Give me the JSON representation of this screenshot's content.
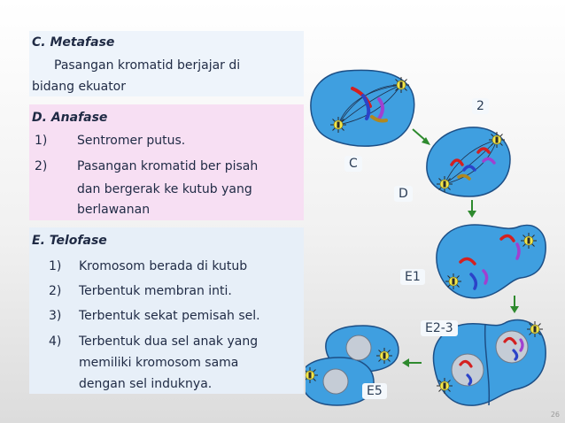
{
  "sections": {
    "c": {
      "title": "C.  Metafase",
      "line1": "Pasangan kromatid berjajar di",
      "line2": "bidang ekuator"
    },
    "d": {
      "title": "D. Anafase",
      "items": [
        {
          "num": "1)",
          "text": "Sentromer putus."
        },
        {
          "num": "2)",
          "text": "Pasangan kromatid ber pisah",
          "cont1": "dan bergerak ke kutub yang",
          "cont2": "berlawanan"
        }
      ]
    },
    "e": {
      "title": "E. Telofase",
      "items": [
        {
          "num": "1)",
          "text": "Kromosom berada di kutub"
        },
        {
          "num": "2)",
          "text": "Terbentuk membran inti."
        },
        {
          "num": "3)",
          "text": "Terbentuk sekat pemisah sel."
        },
        {
          "num": "4)",
          "text": "Terbentuk dua sel anak yang",
          "cont1": "memiliki kromosom sama",
          "cont2": "dengan sel induknya."
        }
      ]
    }
  },
  "diagram": {
    "labels": {
      "c": "C",
      "two": "2",
      "d": "D",
      "e1": "E1",
      "e23": "E2-3",
      "e5": "E5"
    }
  },
  "page_number": "26",
  "colors": {
    "cell_fill": "#3f9fe0",
    "cell_outline": "#1d4f86",
    "nucleus_fill": "#c5ccd6",
    "arrow": "#2e8a2e",
    "centrosome": "#f2e64a",
    "chromosome_red": "#d42020",
    "chromosome_blue": "#2b43c8",
    "chromosome_purple": "#a040d0"
  }
}
